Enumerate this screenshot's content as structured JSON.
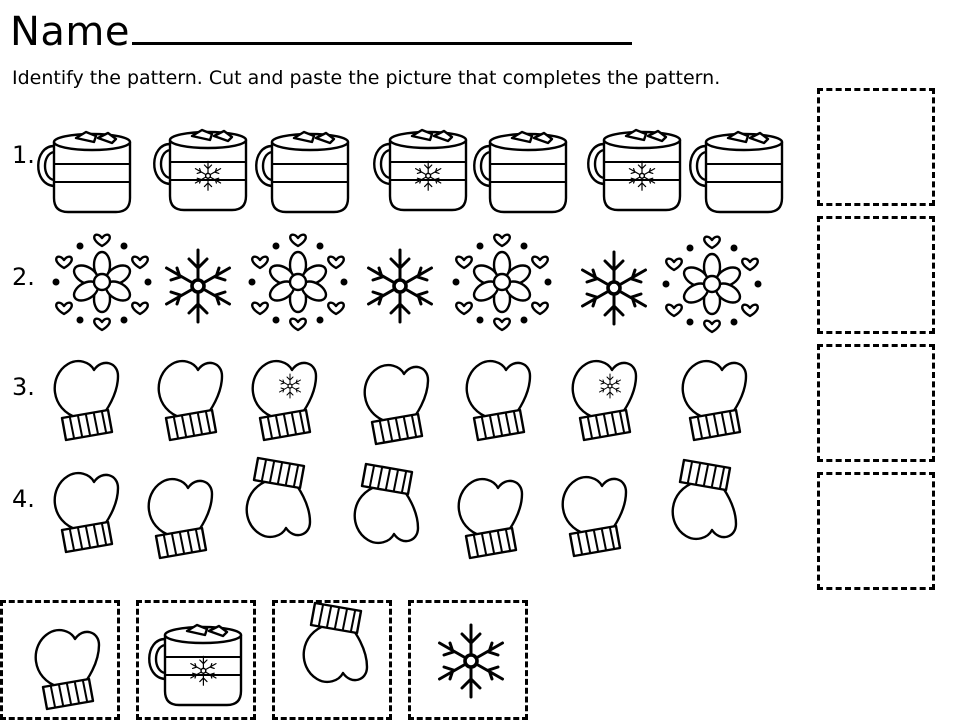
{
  "header": {
    "name_label": "Name",
    "instructions": "Identify the pattern. Cut and paste the picture that completes the pattern."
  },
  "rows": [
    {
      "number": "1.",
      "subject": "hot cocoa mugs",
      "sequence": [
        "plain-mug",
        "snowflake-mug",
        "plain-mug",
        "snowflake-mug",
        "plain-mug",
        "snowflake-mug",
        "plain-mug"
      ]
    },
    {
      "number": "2.",
      "subject": "snowflakes",
      "sequence": [
        "heart-flower",
        "snowflake",
        "heart-flower",
        "snowflake",
        "heart-flower",
        "snowflake",
        "heart-flower"
      ]
    },
    {
      "number": "3.",
      "subject": "mittens",
      "sequence": [
        "mitten",
        "mitten",
        "snowflake-mitten",
        "mitten",
        "mitten",
        "snowflake-mitten",
        "mitten"
      ]
    },
    {
      "number": "4.",
      "subject": "mittens",
      "sequence": [
        "mitten",
        "mitten",
        "mitten-flipped",
        "mitten-flipped",
        "mitten",
        "mitten",
        "mitten-flipped"
      ]
    }
  ],
  "answer_boxes": 4,
  "cut_pieces": [
    "mitten",
    "snowflake-mug",
    "mitten-flipped",
    "snowflake"
  ],
  "colors": {
    "ink": "#000000",
    "paper": "#ffffff"
  }
}
